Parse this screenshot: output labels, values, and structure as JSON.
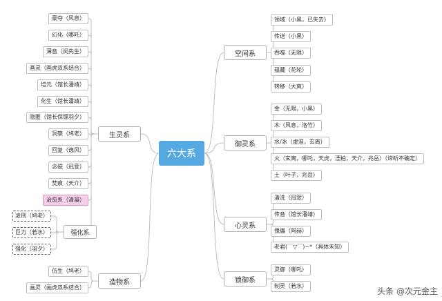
{
  "center": "六大系",
  "watermark": "头条 @次元金主",
  "branches": {
    "space": {
      "label": "空间系",
      "items": [
        "领域（小黑，已失去）",
        "传送（小黑）",
        "吞噬（无限）",
        "蕴藏（花轮）",
        "转移（大爽）"
      ]
    },
    "control": {
      "label": "御灵系",
      "items": [
        "金（无限，小黑）",
        "木（风息，洛竹）",
        "水/冰（虚淮，玄离）",
        "火（玄离，哪吒，天虎，湮柏，天介，兆岳）（谛听不确定）",
        "土（叶子，兆岳）"
      ]
    },
    "mind": {
      "label": "心灵系",
      "items": [
        "清洗（冠萱）",
        "传音（馆长潘靖）",
        "傀儡（阿赫）",
        "老君(￣▽￣)~*（具体未知）"
      ]
    },
    "lock": {
      "label": "锁御系",
      "items": [
        "灵御（哪吒）",
        "制灵（若水）"
      ]
    },
    "life": {
      "label": "生灵系",
      "items": [
        "豪夺（风息）",
        "幻化（哪吒）",
        "薄音（闵先生）",
        "画灵（画虎双系结合）",
        "培元（馆长潘靖）",
        "化生（馆长潘靖）",
        "隐匿（馆长保镖羽夕）",
        "洞察（鸠老）",
        "回复（逸风）",
        "念磁（冠萱）",
        "焚痕（天介）",
        "治愈系（清凝）"
      ],
      "strengthen": {
        "label": "强化系",
        "items": [
          "凌刑（鸠老）",
          "巨力（若水）",
          "强化（羽夕）"
        ]
      }
    },
    "craft": {
      "label": "造物系",
      "items": [
        "仿生（鸠老）",
        "画灵（画虎双系结合）"
      ]
    }
  }
}
